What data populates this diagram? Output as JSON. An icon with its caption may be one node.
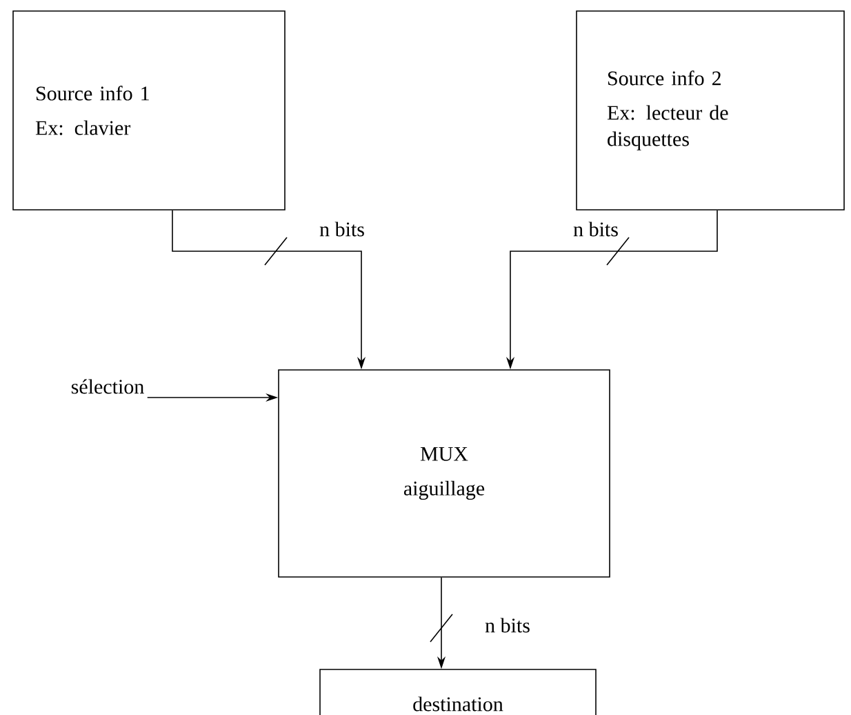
{
  "diagram": {
    "nodes": [
      {
        "text": [
          "Source info 1",
          "Ex: clavier"
        ]
      },
      {
        "text": [
          "Source info 2",
          "Ex: lecteur de disquettes"
        ]
      },
      {
        "text": [
          "MUX",
          "aiguillage"
        ]
      },
      {
        "text": [
          "destination"
        ]
      },
      {
        "text": [
          "sélection"
        ]
      }
    ],
    "edges": [
      {
        "from": 0,
        "to": 2,
        "arrow": "to",
        "label": "n bits"
      },
      {
        "from": 1,
        "to": 2,
        "arrow": "to",
        "label": "n bits"
      },
      {
        "from": 4,
        "to": 2,
        "arrow": "to"
      },
      {
        "from": 2,
        "to": 3,
        "arrow": "to",
        "label": "n bits"
      }
    ]
  }
}
